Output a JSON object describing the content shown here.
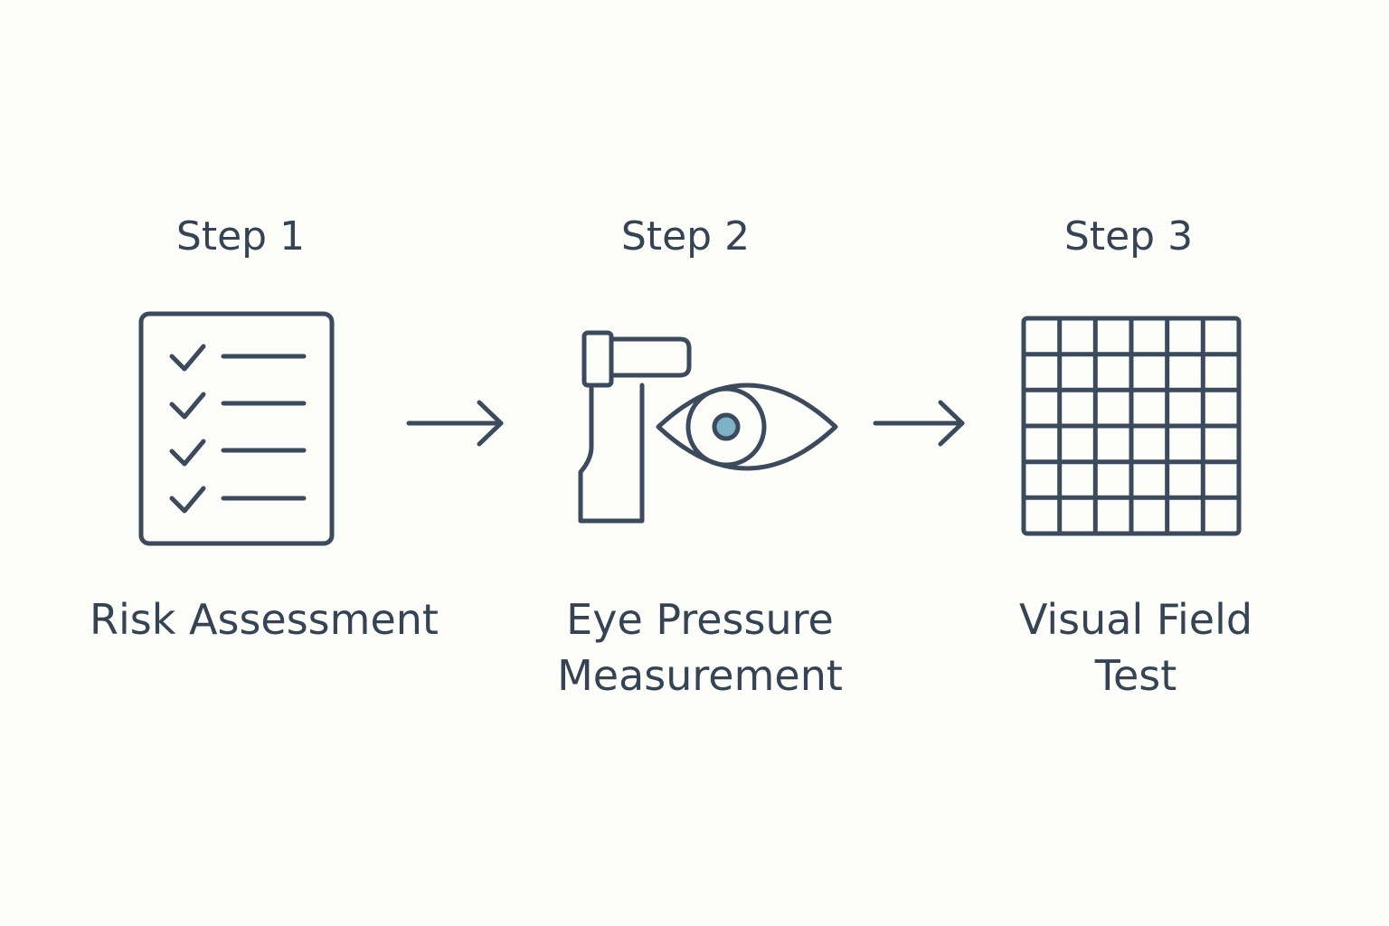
{
  "colors": {
    "background": "#fdfdf9",
    "stroke": "#3b4a5c",
    "pupil": "#7fb2c6"
  },
  "steps": [
    {
      "title": "Step 1",
      "label_lines": [
        "Risk Assessment"
      ],
      "icon": "checklist-icon"
    },
    {
      "title": "Step 2",
      "label_lines": [
        "Eye Pressure",
        "Measurement"
      ],
      "icon": "tonometer-eye-icon"
    },
    {
      "title": "Step 3",
      "label_lines": [
        "Visual Field",
        "Test"
      ],
      "icon": "grid-icon"
    }
  ],
  "connectors": [
    "arrow-right-icon",
    "arrow-right-icon"
  ]
}
